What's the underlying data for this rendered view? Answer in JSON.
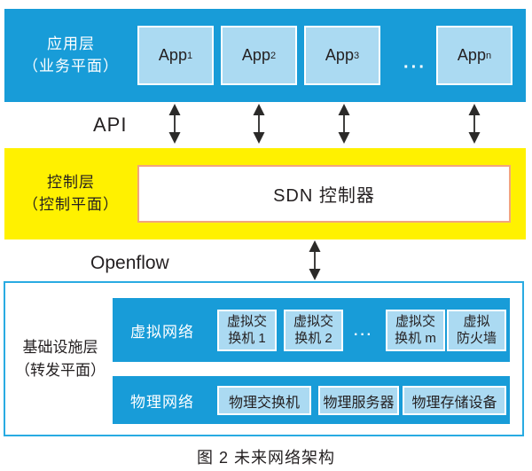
{
  "colors": {
    "band_blue": "#189cd8",
    "light_blue": "#abdaf2",
    "yellow": "#fff100",
    "sdn_border": "#f2a57e",
    "infra_border": "#29abe2",
    "text_dark": "#231f20"
  },
  "app_layer": {
    "title_line1": "应用层",
    "title_line2": "（业务平面）",
    "apps": [
      {
        "base": "App",
        "sub": "1"
      },
      {
        "base": "App",
        "sub": "2"
      },
      {
        "base": "App",
        "sub": "3"
      },
      {
        "base": "App",
        "sub": "n"
      }
    ],
    "ellipsis": "···"
  },
  "api_label": "API",
  "control_layer": {
    "title_line1": "控制层",
    "title_line2": "（控制平面）",
    "controller_label": "SDN 控制器"
  },
  "openflow_label": "Openflow",
  "infrastructure_layer": {
    "title_line1": "基础设施层",
    "title_line2": "（转发平面）",
    "virtual_network": {
      "label": "虚拟网络",
      "ellipsis": "···",
      "nodes": [
        {
          "line1": "虚拟交",
          "line2": "换机 1"
        },
        {
          "line1": "虚拟交",
          "line2": "换机 2"
        },
        {
          "line1": "虚拟交",
          "line2": "换机 m"
        },
        {
          "line1": "虚拟",
          "line2": "防火墙"
        }
      ]
    },
    "physical_network": {
      "label": "物理网络",
      "nodes": [
        "物理交换机",
        "物理服务器",
        "物理存储设备"
      ]
    }
  },
  "caption": "图 2 未来网络架构"
}
